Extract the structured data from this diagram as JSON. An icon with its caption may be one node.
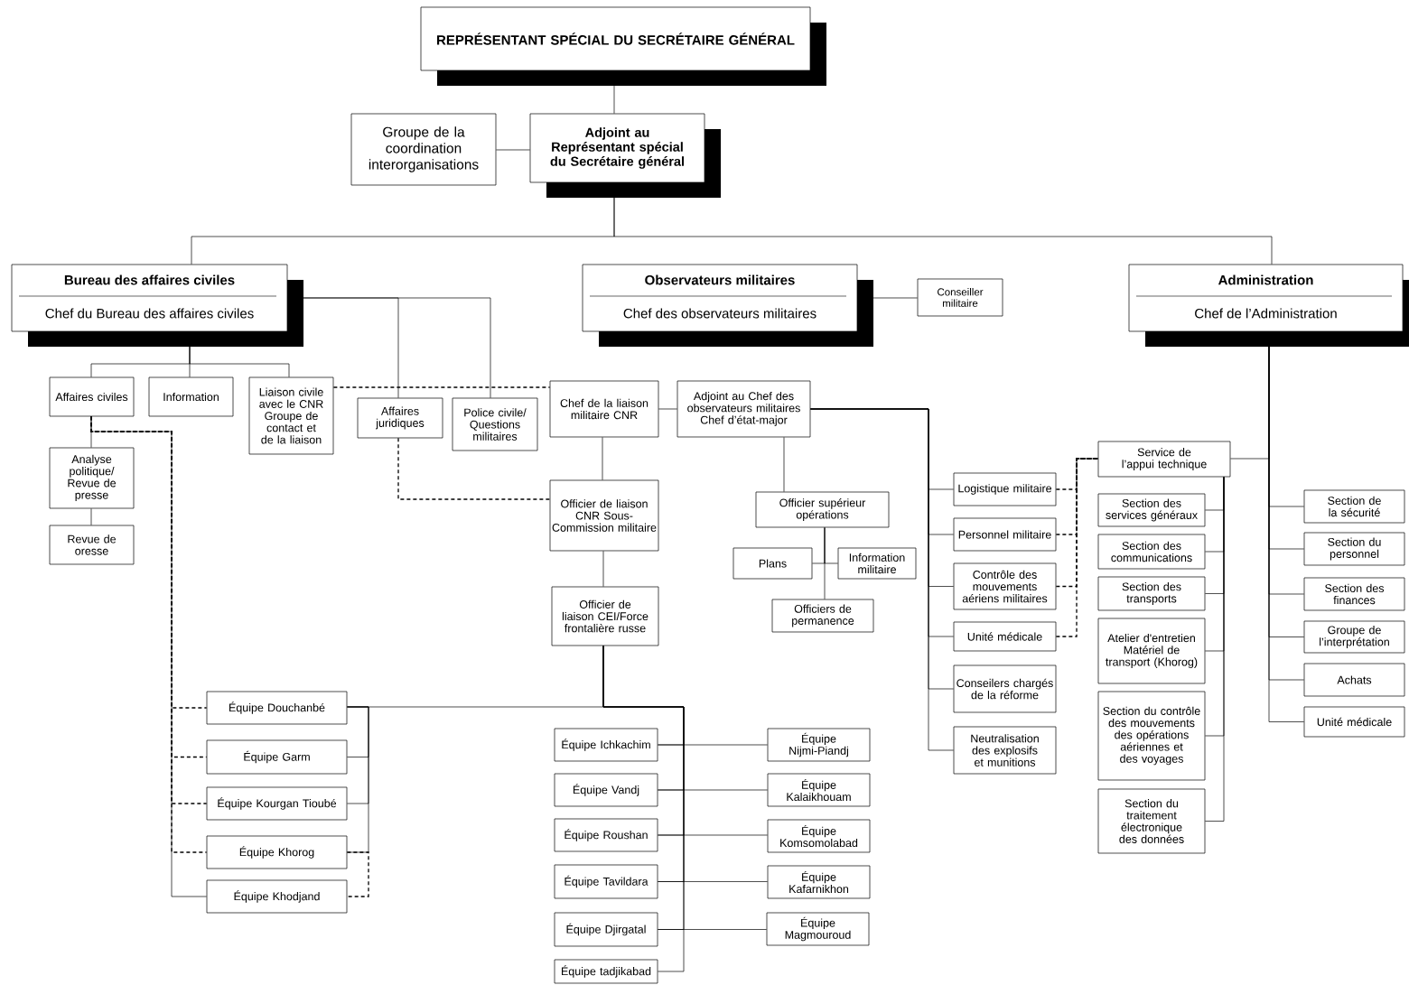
{
  "diagram": {
    "nodes": [
      {
        "text": [
          "REPRÉSENTANT SPÉCIAL DU SECRÉTAIRE GÉNÉRAL"
        ]
      },
      {
        "text": [
          "Groupe de la coordination interorganisations"
        ]
      },
      {
        "text": [
          "Adjoint au Représentant spécial du Secrétaire général"
        ]
      },
      {
        "text": [
          "Bureau des affaires civiles",
          "Chef du Bureau des affaires civiles"
        ]
      },
      {
        "text": [
          "Observateurs militaires",
          "Chef des observateurs militaires"
        ]
      },
      {
        "text": [
          "Conseiller militaire"
        ]
      },
      {
        "text": [
          "Administration",
          "Chef de l’Administration"
        ]
      },
      {
        "text": [
          "Affaires civiles"
        ]
      },
      {
        "text": [
          "Information"
        ]
      },
      {
        "text": [
          "Liaison civile avec le CNR Groupe de contact et de la liaison"
        ]
      },
      {
        "text": [
          "Affaires juridiques"
        ]
      },
      {
        "text": [
          "Police civile/ Questions militaires"
        ]
      },
      {
        "text": [
          "Chef de la liaison militaire CNR"
        ]
      },
      {
        "text": [
          "Adjoint au Chef des observateurs militaires Chef d’état-major"
        ]
      },
      {
        "text": [
          "Analyse politique/ Revue de presse"
        ]
      },
      {
        "text": [
          "Revue de oresse"
        ]
      },
      {
        "text": [
          "Officier de liaison CNR Sous-Commission militaire"
        ]
      },
      {
        "text": [
          "Officier supérieur opérations"
        ]
      },
      {
        "text": [
          "Plans"
        ]
      },
      {
        "text": [
          "Information militaire"
        ]
      },
      {
        "text": [
          "Officiers de permanence"
        ]
      },
      {
        "text": [
          "Officier de liaison CEI/Force frontalière russe"
        ]
      },
      {
        "text": [
          "Logistique militaire"
        ]
      },
      {
        "text": [
          "Personnel militaire"
        ]
      },
      {
        "text": [
          "Contrôle des mouvements aériens militaires"
        ]
      },
      {
        "text": [
          "Unité médicale"
        ]
      },
      {
        "text": [
          "Conseilers chargés de la réforme"
        ]
      },
      {
        "text": [
          "Neutralisation des explosifs et munitions"
        ]
      },
      {
        "text": [
          "Service de l’appui technique"
        ]
      },
      {
        "text": [
          "Section des services généraux"
        ]
      },
      {
        "text": [
          "Section des communications"
        ]
      },
      {
        "text": [
          "Section des transports"
        ]
      },
      {
        "text": [
          "Atelier d'entretien Matériel de transport (Khorog)"
        ]
      },
      {
        "text": [
          "Section du contrôle des mouvements des opérations aériennes et des voyages"
        ]
      },
      {
        "text": [
          "Section du traitement électronique des données"
        ]
      },
      {
        "text": [
          "Section de la sécurité"
        ]
      },
      {
        "text": [
          "Section du personnel"
        ]
      },
      {
        "text": [
          "Section des finances"
        ]
      },
      {
        "text": [
          "Groupe de l’interprétation"
        ]
      },
      {
        "text": [
          "Achats"
        ]
      },
      {
        "text": [
          "Unité médicale"
        ]
      },
      {
        "text": [
          "Équipe Douchanbé"
        ]
      },
      {
        "text": [
          "Équipe Garm"
        ]
      },
      {
        "text": [
          "Équipe Kourgan Tioubé"
        ]
      },
      {
        "text": [
          "Équipe Khorog"
        ]
      },
      {
        "text": [
          "Équipe Khodjand"
        ]
      },
      {
        "text": [
          "Équipe Ichkachim"
        ]
      },
      {
        "text": [
          "Équipe Vandj"
        ]
      },
      {
        "text": [
          "Équipe Roushan"
        ]
      },
      {
        "text": [
          "Équipe Tavildara"
        ]
      },
      {
        "text": [
          "Équipe Djirgatal"
        ]
      },
      {
        "text": [
          "Équipe tadjikabad"
        ]
      },
      {
        "text": [
          "Équipe Nijmi-Piandj"
        ]
      },
      {
        "text": [
          "Équipe Kalaikhouam"
        ]
      },
      {
        "text": [
          "Équipe Komsomolabad"
        ]
      },
      {
        "text": [
          "Équipe Kafarnikhon"
        ]
      },
      {
        "text": [
          "Équipe Magmouroud"
        ]
      }
    ],
    "edges": [
      {
        "from": 0,
        "to": 2,
        "arrow": "none"
      },
      {
        "from": 1,
        "to": 2,
        "arrow": "none"
      },
      {
        "from": 2,
        "to": 3,
        "arrow": "none"
      },
      {
        "from": 2,
        "to": 6,
        "arrow": "none"
      },
      {
        "from": 4,
        "to": 5,
        "arrow": "none"
      },
      {
        "from": 3,
        "to": 7,
        "arrow": "none"
      },
      {
        "from": 3,
        "to": 8,
        "arrow": "none"
      },
      {
        "from": 3,
        "to": 9,
        "arrow": "none"
      },
      {
        "from": 3,
        "to": 10,
        "arrow": "none"
      },
      {
        "from": 3,
        "to": 11,
        "arrow": "none"
      },
      {
        "from": 9,
        "to": 12,
        "arrow": "none",
        "style": "dashed"
      },
      {
        "from": 10,
        "to": 16,
        "arrow": "none",
        "style": "dashed"
      },
      {
        "from": 12,
        "to": 13,
        "arrow": "none"
      },
      {
        "from": 12,
        "to": 16,
        "arrow": "none"
      },
      {
        "from": 16,
        "to": 21,
        "arrow": "none"
      },
      {
        "from": 13,
        "to": 17,
        "arrow": "none"
      },
      {
        "from": 17,
        "to": 18,
        "arrow": "none"
      },
      {
        "from": 17,
        "to": 19,
        "arrow": "none"
      },
      {
        "from": 17,
        "to": 20,
        "arrow": "none"
      },
      {
        "from": 13,
        "to": 22,
        "arrow": "none"
      },
      {
        "from": 13,
        "to": 23,
        "arrow": "none"
      },
      {
        "from": 13,
        "to": 24,
        "arrow": "none"
      },
      {
        "from": 13,
        "to": 25,
        "arrow": "none"
      },
      {
        "from": 13,
        "to": 26,
        "arrow": "none"
      },
      {
        "from": 13,
        "to": 27,
        "arrow": "none"
      },
      {
        "from": 22,
        "to": 28,
        "arrow": "none",
        "style": "dashed"
      },
      {
        "from": 23,
        "to": 28,
        "arrow": "none",
        "style": "dashed"
      },
      {
        "from": 24,
        "to": 28,
        "arrow": "none",
        "style": "dashed"
      },
      {
        "from": 25,
        "to": 28,
        "arrow": "none",
        "style": "dashed"
      },
      {
        "from": 6,
        "to": 28,
        "arrow": "none"
      },
      {
        "from": 6,
        "to": 35,
        "arrow": "none"
      },
      {
        "from": 6,
        "to": 36,
        "arrow": "none"
      },
      {
        "from": 6,
        "to": 37,
        "arrow": "none"
      },
      {
        "from": 6,
        "to": 38,
        "arrow": "none"
      },
      {
        "from": 6,
        "to": 39,
        "arrow": "none"
      },
      {
        "from": 6,
        "to": 40,
        "arrow": "none"
      },
      {
        "from": 28,
        "to": 29,
        "arrow": "none"
      },
      {
        "from": 28,
        "to": 30,
        "arrow": "none"
      },
      {
        "from": 28,
        "to": 31,
        "arrow": "none"
      },
      {
        "from": 28,
        "to": 32,
        "arrow": "none"
      },
      {
        "from": 28,
        "to": 33,
        "arrow": "none"
      },
      {
        "from": 28,
        "to": 34,
        "arrow": "none"
      },
      {
        "from": 7,
        "to": 14,
        "arrow": "none"
      },
      {
        "from": 14,
        "to": 15,
        "arrow": "none"
      },
      {
        "from": 7,
        "to": 45,
        "arrow": "none"
      },
      {
        "from": 7,
        "to": 41,
        "arrow": "none",
        "style": "dashed"
      },
      {
        "from": 7,
        "to": 42,
        "arrow": "none",
        "style": "dashed"
      },
      {
        "from": 7,
        "to": 43,
        "arrow": "none",
        "style": "dashed"
      },
      {
        "from": 7,
        "to": 44,
        "arrow": "none",
        "style": "dashed"
      },
      {
        "from": 21,
        "to": 41,
        "arrow": "none"
      },
      {
        "from": 21,
        "to": 46,
        "arrow": "none"
      },
      {
        "from": 21,
        "to": 47,
        "arrow": "none"
      },
      {
        "from": 21,
        "to": 48,
        "arrow": "none"
      },
      {
        "from": 21,
        "to": 49,
        "arrow": "none"
      },
      {
        "from": 21,
        "to": 50,
        "arrow": "none"
      },
      {
        "from": 21,
        "to": 51,
        "arrow": "none"
      },
      {
        "from": 46,
        "to": 52,
        "arrow": "none"
      },
      {
        "from": 47,
        "to": 53,
        "arrow": "none"
      },
      {
        "from": 48,
        "to": 54,
        "arrow": "none"
      },
      {
        "from": 49,
        "to": 55,
        "arrow": "none"
      },
      {
        "from": 50,
        "to": 56,
        "arrow": "none"
      },
      {
        "from": 41,
        "to": 42,
        "arrow": "none"
      },
      {
        "from": 41,
        "to": 43,
        "arrow": "none"
      },
      {
        "from": 41,
        "to": 44,
        "arrow": "none"
      },
      {
        "from": 44,
        "to": 45,
        "arrow": "none",
        "style": "dashed"
      }
    ]
  }
}
